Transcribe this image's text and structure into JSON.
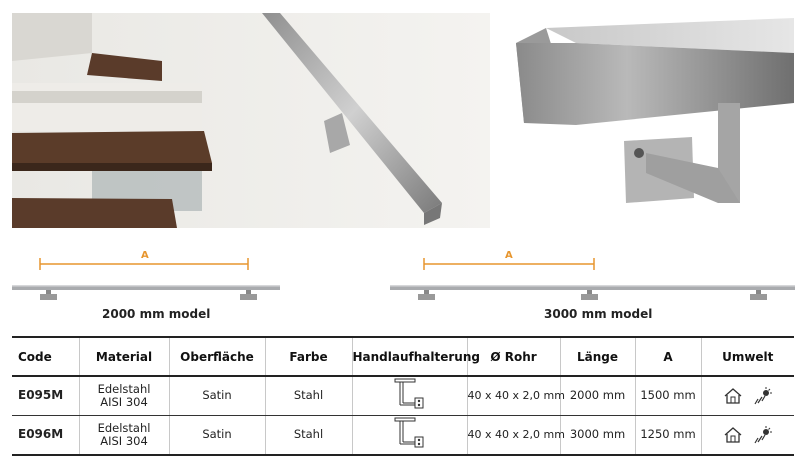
{
  "diagrams": {
    "dimension_label": "A",
    "model_2000": "2000 mm model",
    "model_3000": "3000 mm model"
  },
  "table": {
    "headers": [
      "Code",
      "Material",
      "Oberfläche",
      "Farbe",
      "Handlaufhalterung",
      "Ø Rohr",
      "Länge",
      "A",
      "Umwelt"
    ],
    "rows": [
      {
        "code": "E095M",
        "material_line1": "Edelstahl",
        "material_line2": "AISI 304",
        "surface": "Satin",
        "color": "Stahl",
        "tube": "40 x 40 x 2,0 mm",
        "length": "2000 mm",
        "a": "1500 mm",
        "icons": [
          "indoor-house-icon",
          "outdoor-weather-icon"
        ]
      },
      {
        "code": "E096M",
        "material_line1": "Edelstahl",
        "material_line2": "AISI 304",
        "surface": "Satin",
        "color": "Stahl",
        "tube": "40 x 40 x 2,0 mm",
        "length": "3000 mm",
        "a": "1250 mm",
        "icons": [
          "indoor-house-icon",
          "outdoor-weather-icon"
        ]
      }
    ]
  },
  "colors": {
    "dimension_orange": "#e7962f",
    "rail_steel": "#a9abae"
  }
}
